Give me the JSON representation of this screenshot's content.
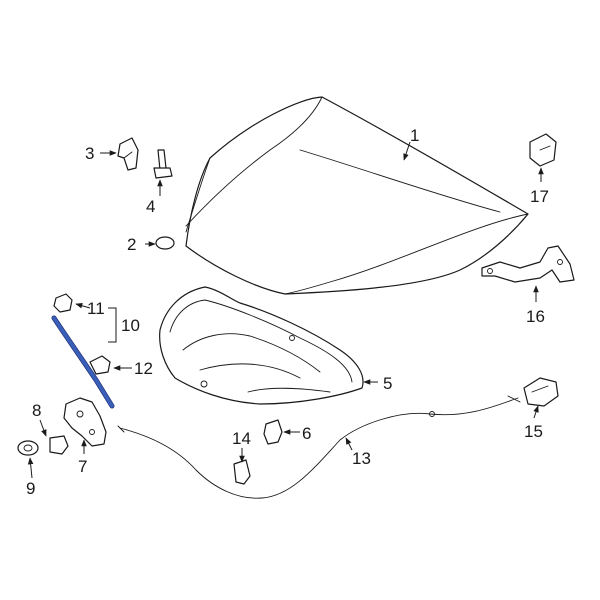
{
  "diagram": {
    "highlight_color": "#3a5fb8",
    "line_color": "#1a1a1a",
    "background": "#ffffff",
    "callouts": {
      "c1": "1",
      "c2": "2",
      "c3": "3",
      "c4": "4",
      "c5": "5",
      "c6": "6",
      "c7": "7",
      "c8": "8",
      "c9": "9",
      "c10": "10",
      "c11": "11",
      "c12": "12",
      "c13": "13",
      "c14": "14",
      "c15": "15",
      "c16": "16",
      "c17": "17"
    }
  }
}
